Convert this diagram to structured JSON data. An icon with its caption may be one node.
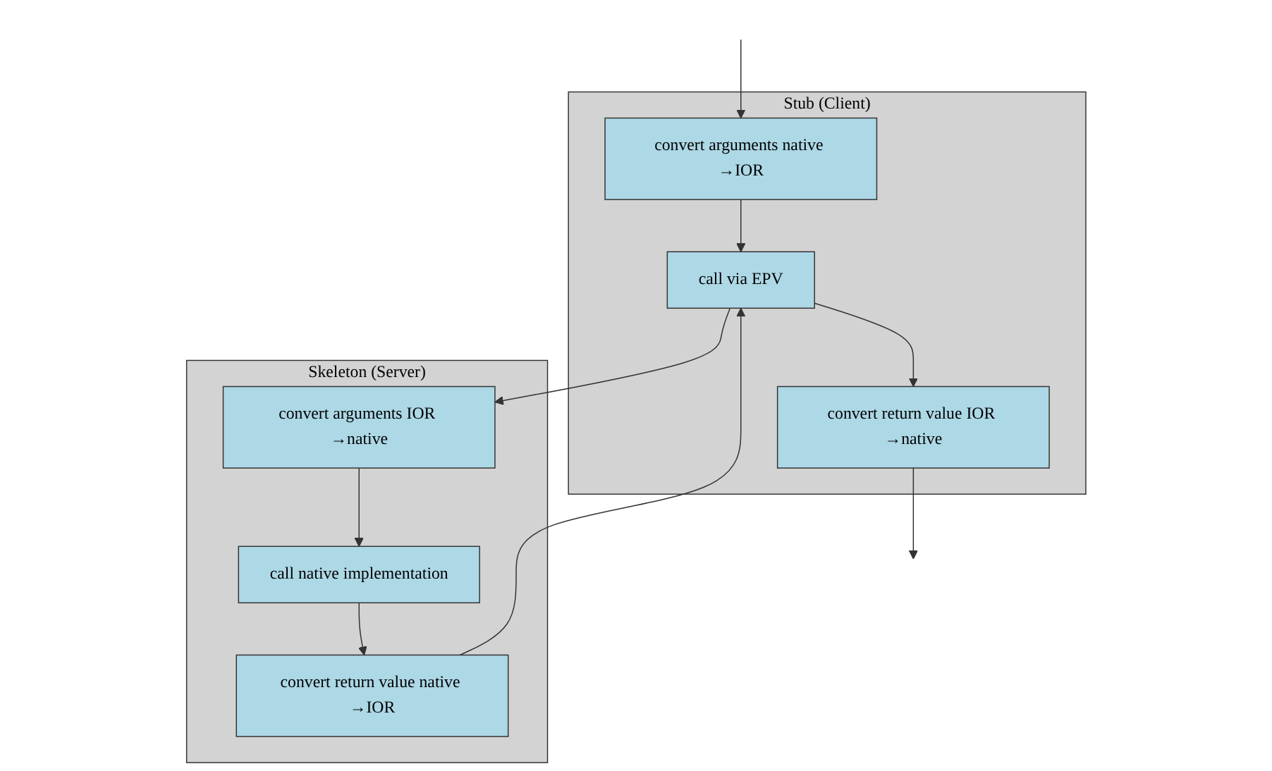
{
  "diagram": {
    "nodes": [
      {
        "text": [
          "Stub (Client)"
        ]
      },
      {
        "text": [
          "convert arguments native →IOR"
        ],
        "in": 0
      },
      {
        "text": [
          "call via EPV"
        ],
        "in": 0
      },
      {
        "text": [
          "convert return value IOR →native"
        ],
        "in": 0
      },
      {
        "text": [
          "Skeleton (Server)"
        ]
      },
      {
        "text": [
          "convert arguments IOR →native"
        ],
        "in": 4
      },
      {
        "text": [
          "call native implementation"
        ],
        "in": 4
      },
      {
        "text": [
          "convert return value native →IOR"
        ],
        "in": 4
      }
    ],
    "edges": [
      {
        "from": null,
        "to": 1,
        "arrow": "to"
      },
      {
        "from": 1,
        "to": 2,
        "arrow": "to"
      },
      {
        "from": 2,
        "to": 3,
        "arrow": "to"
      },
      {
        "from": 3,
        "to": null,
        "arrow": "to"
      },
      {
        "from": 2,
        "to": 5,
        "arrow": "to"
      },
      {
        "from": 5,
        "to": 6,
        "arrow": "to"
      },
      {
        "from": 6,
        "to": 7,
        "arrow": "to"
      },
      {
        "from": 7,
        "to": 2,
        "arrow": "to"
      }
    ]
  }
}
